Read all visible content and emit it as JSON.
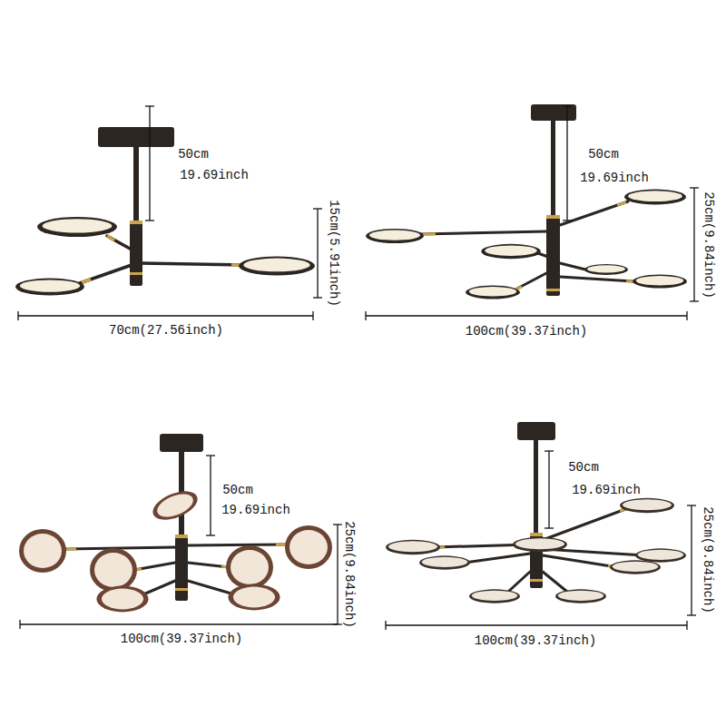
{
  "diagram": {
    "labels": [
      "50cm",
      "19.69inch",
      "15cm(5.91inch)",
      "70cm(27.56inch)",
      "50cm",
      "19.69inch",
      "25cm(9.84inch)",
      "100cm(39.37inch)",
      "50cm",
      "19.69inch",
      "25cm(9.84inch)",
      "100cm(39.37inch)",
      "50cm",
      "19.69inch",
      "25cm(9.84inch)",
      "100cm(39.37inch)"
    ]
  }
}
